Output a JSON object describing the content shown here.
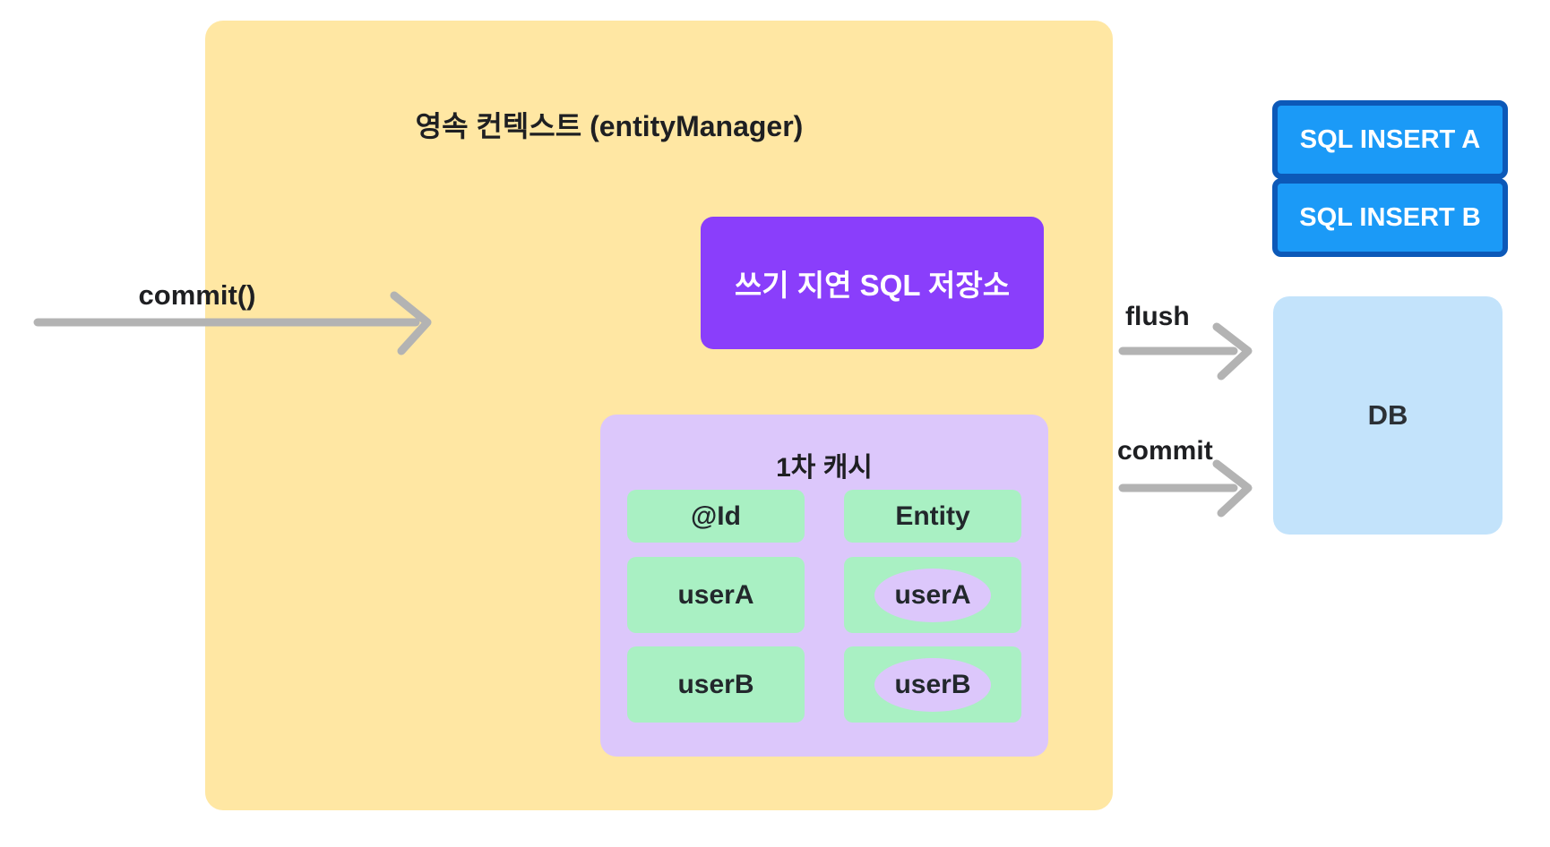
{
  "colors": {
    "context_bg": "#ffe7a3",
    "store_bg": "#8a3efb",
    "cache_bg": "#dcc7fb",
    "cell_bg": "#a9f0c3",
    "sql_fill": "#1b9af7",
    "sql_border": "#0c59b8",
    "db_bg": "#c3e3fb",
    "arrow_gray": "#b3b3b3",
    "text_dark": "#1e1f22",
    "text_light": "#ffffff"
  },
  "persistence_context": {
    "title": "영속 컨텍스트 (entityManager)"
  },
  "write_behind_store": {
    "label": "쓰기 지연 SQL 저장소"
  },
  "first_level_cache": {
    "title": "1차 캐시",
    "id_column": {
      "header": "@Id",
      "rows": [
        "userA",
        "userB"
      ]
    },
    "entity_column": {
      "header": "Entity",
      "rows": [
        "userA",
        "userB"
      ]
    }
  },
  "sql_statements": [
    "SQL INSERT A",
    "SQL INSERT B"
  ],
  "database": {
    "label": "DB"
  },
  "arrows": {
    "commit_call": "commit()",
    "flush": "flush",
    "commit": "commit"
  }
}
